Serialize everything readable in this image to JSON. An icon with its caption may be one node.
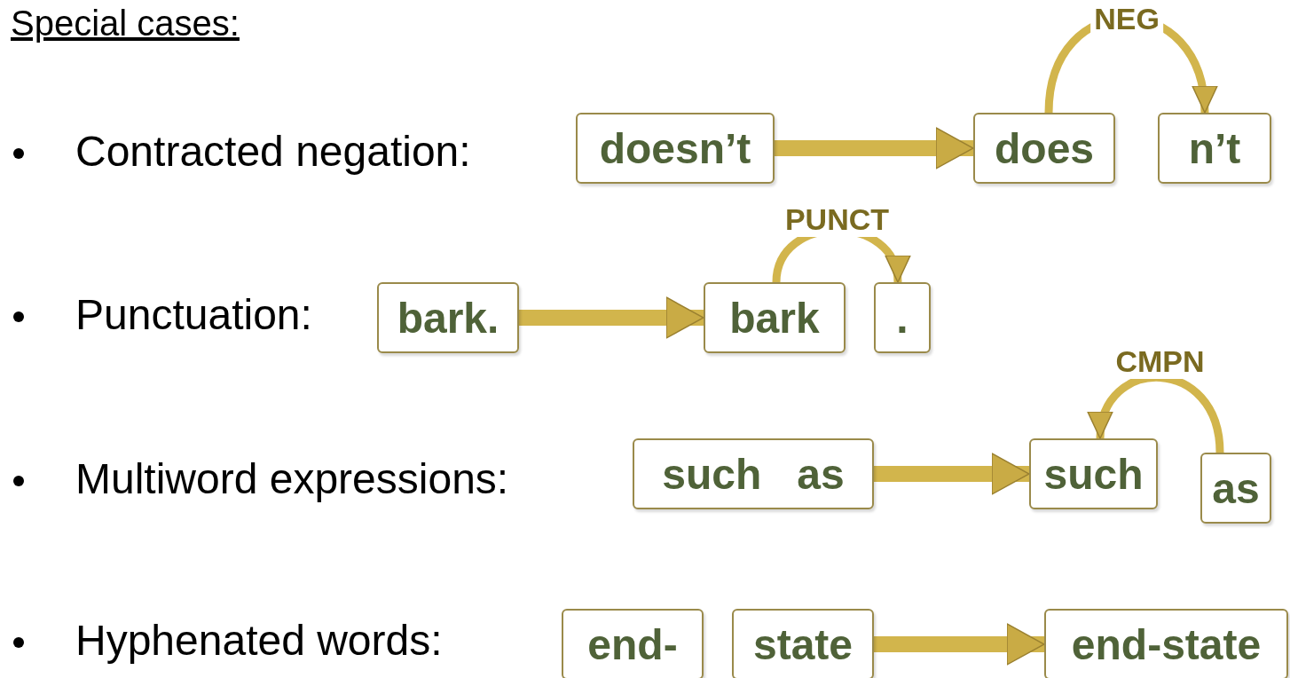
{
  "diagram": {
    "title": "Special cases:",
    "nodes": [
      {
        "text": [
          "doesn’t"
        ]
      },
      {
        "text": [
          "does"
        ]
      },
      {
        "text": [
          "n’t"
        ]
      },
      {
        "text": [
          "bark."
        ]
      },
      {
        "text": [
          "bark"
        ]
      },
      {
        "text": [
          "."
        ]
      },
      {
        "text": [
          "such   as"
        ]
      },
      {
        "text": [
          "such"
        ]
      },
      {
        "text": [
          "as"
        ]
      },
      {
        "text": [
          "end-"
        ]
      },
      {
        "text": [
          "state"
        ]
      },
      {
        "text": [
          "end-state"
        ]
      }
    ],
    "edges": [
      {
        "from": 0,
        "to": 1,
        "arrow": "to"
      },
      {
        "from": 1,
        "to": 2,
        "arrow": "to",
        "label": "NEG"
      },
      {
        "from": 3,
        "to": 4,
        "arrow": "to"
      },
      {
        "from": 4,
        "to": 5,
        "arrow": "to",
        "label": "PUNCT"
      },
      {
        "from": 6,
        "to": 7,
        "arrow": "to"
      },
      {
        "from": 8,
        "to": 7,
        "arrow": "to",
        "label": "CMPN"
      },
      {
        "from": 10,
        "to": 11,
        "arrow": "to"
      }
    ],
    "labels": [
      "Contracted negation:",
      "Punctuation:",
      "Multiword expressions:",
      "Hyphenated words:"
    ]
  }
}
